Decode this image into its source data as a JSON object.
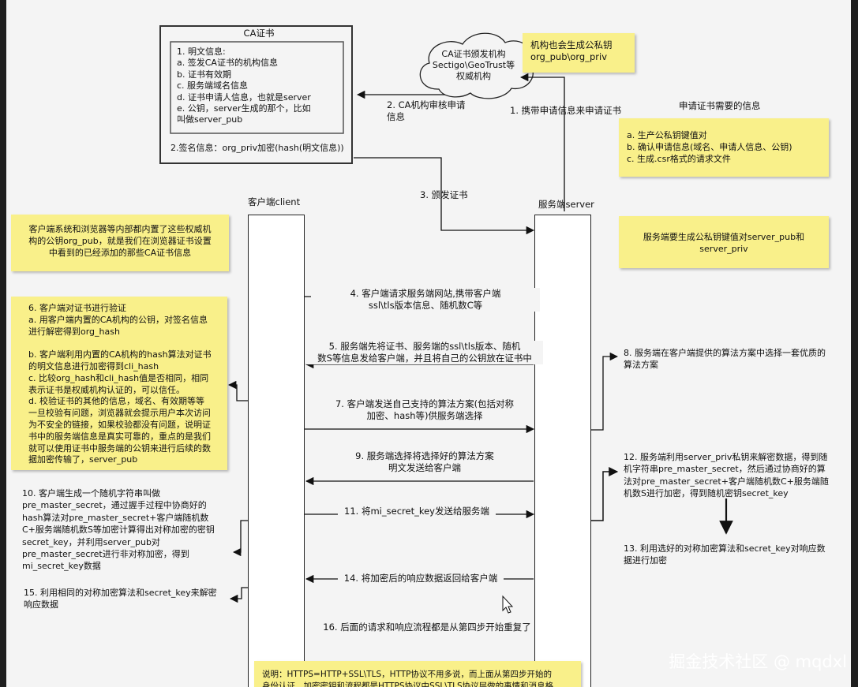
{
  "ca_box": {
    "title": "CA证书",
    "plain_info": "1. 明文信息:\n  a. 签发CA证书的机构信息\n  b. 证书有效期\n  c. 服务端域名信息\n  d. 证书申请人信息，也就是server\n  e. 公钥，server生成的那个，比如\n叫做server_pub",
    "signature": "2.签名信息：org_priv加密(hash(明文信息))"
  },
  "cloud": {
    "text": "CA证书颁发机构\nSectigo\\GeoTrust等\n权威机构"
  },
  "notes": {
    "ca_keys": "机构也会生成公私钥\norg_pub\\org_priv",
    "apply_items": "a. 生产公私钥键值对\nb. 确认申请信息(域名、申请人信息、公钥)\nc. 生成.csr格式的请求文件",
    "server_keys": "服务端要生成公私钥键值对server_pub和\nserver_priv",
    "client_builtin": "客户端系统和浏览器等内部都内置了这些权威机\n构的公钥org_pub，就是我们在浏览器证书设置\n中看到的已经添加的那些CA证书信息",
    "verify": "6. 客户端对证书进行验证\n  a. 用客户端内置的CA机构的公钥，对签名信息\n进行解密得到org_hash\n\n  b. 客户端利用内置的CA机构的hash算法对证书\n的明文信息进行加密得到cli_hash\n  c. 比较org_hash和cli_hash值是否相同，相同\n表示证书是权威机构认证的，可以信任。\n  d. 校验证书的其他的信息，域名、有效期等等\n一旦校验有问题，浏览器就会提示用户本次访问\n为不安全的链接，如果校验都没有问题，说明证\n书中的服务端信息是真实可靠的，重点的是我们\n就可以使用证书中服务端的公钥来进行后续的数\n据加密传输了，server_pub",
    "footer": "说明：HTTPS=HTTP+SSL\\TLS，HTTP协议不用多说，而上面从第四步开始的\n身份认证、加密密钥和流程都是HTTPS协议中SSL\\TLS协议层做的事情和消息格"
  },
  "labels": {
    "apply_title": "申请证书需要的信息",
    "step1": "1. 携带申请信息来申请证书",
    "step2": "2. CA机构审核申请\n信息",
    "step3": "3. 颁发证书",
    "client": "客户端client",
    "server": "服务端server"
  },
  "messages": {
    "m4": "4. 客户端请求服务端网站,携带客户端\nssl\\tls版本信息、随机数C等",
    "m5": "5. 服务端先将证书、服务端的ssl\\tls版本、随机\n数S等信息发给客户端，并且将自己的公钥放在证书中",
    "m7": "7. 客户端发送自己支持的算法方案(包括对称\n加密、hash等)供服务端选择",
    "m9": "9. 服务端选择将选择好的算法方案\n明文发送给客户端",
    "m11": "11. 将mi_secret_key发送给服务端",
    "m14": "14. 将加密后的响应数据返回给客户端",
    "m16": "16. 后面的请求和响应流程都是从第四步开始重复了"
  },
  "side_text": {
    "s8": "8. 服务端在客户端提供的算法方案中选择一套优质的\n算法方案",
    "s10": "10. 客户端生成一个随机字符串叫做\npre_master_secret，通过握手过程中协商好的\nhash算法对pre_master_secret+客户端随机数\nC+服务端随机数S等加密计算得出对称加密的密钥\nsecret_key，并利用server_pub对\npre_master_secret进行非对称加密，得到\nmi_secret_key数据",
    "s12": "12. 服务端利用server_priv私钥来解密数据，得到随\n机字符串pre_master_secret，然后通过协商好的算\n法对pre_master_secret+客户端随机数C+服务端随\n机数S进行加密，得到随机密钥secret_key",
    "s13": "13. 利用选好的对称加密算法和secret_key对响应数\n据进行加密",
    "s15": "15. 利用相同的对称加密算法和secret_key来解密\n响应数据"
  },
  "watermark": "掘金技术社区 @ mqdxl"
}
